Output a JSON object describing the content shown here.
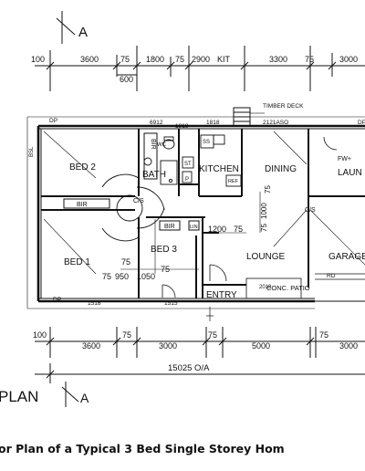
{
  "section_marker_top": {
    "letter": "A"
  },
  "top_dimensions": [
    "100",
    "3600",
    "75",
    "1800",
    "75",
    "2900",
    "KIT",
    "3300",
    "75",
    "3000"
  ],
  "top_sub_dimension": "600",
  "plan_labels": {
    "timber_deck": "TIMBER DECK",
    "dp_left": "DP",
    "dp_bottom": "DP",
    "dp_right": "DP",
    "width_6912": "6912",
    "width_1818": "1818",
    "width_2121aso": "2121ASO",
    "width_1518": "1518",
    "width_1515": "1515",
    "height_1818": "1818",
    "fw_plus": "FW+"
  },
  "rooms": {
    "bed2": "BED 2",
    "bath": "BATH",
    "kitchen": "KITCHEN",
    "dining": "DINING",
    "laundry": "LAUN",
    "bed1": "BED 1",
    "bed3": "BED 3",
    "lounge": "LOUNGE",
    "garage": "GARAGE",
    "entry": "ENTRY",
    "conc_patio": "CONC. PATIO"
  },
  "fixtures": {
    "bir_vertical": "BIR",
    "bir_hall": "BIR",
    "bir_bed3": "BIR",
    "lin": "LIN",
    "wc": "WC",
    "sink": "SS",
    "cupboard": "ST",
    "pantry": "P",
    "ref": "REF",
    "cs_hall": "C/S",
    "cs_garage": "C/S",
    "rd": "RD"
  },
  "inner_dimensions": {
    "d75_bed1": "75",
    "d75_bed3": "75",
    "d75_bed1_low": "75",
    "d950": "950",
    "d1050": "1050",
    "d1200": "1200",
    "d75_lounge_top": "75",
    "d1000": "1000",
    "d75_lounge_v": "75",
    "d75_dining_v": "75",
    "d2018": "2018"
  },
  "bottom_dimensions": [
    "100",
    "3600",
    "75",
    "3000",
    "75",
    "5000",
    "75",
    "3000"
  ],
  "overall_dimension": "15025 O/A",
  "plan_title": "PLAN",
  "section_marker_bottom": {
    "letter": "A"
  },
  "caption": "or Plan of a Typical 3 Bed Single Storey Hom"
}
